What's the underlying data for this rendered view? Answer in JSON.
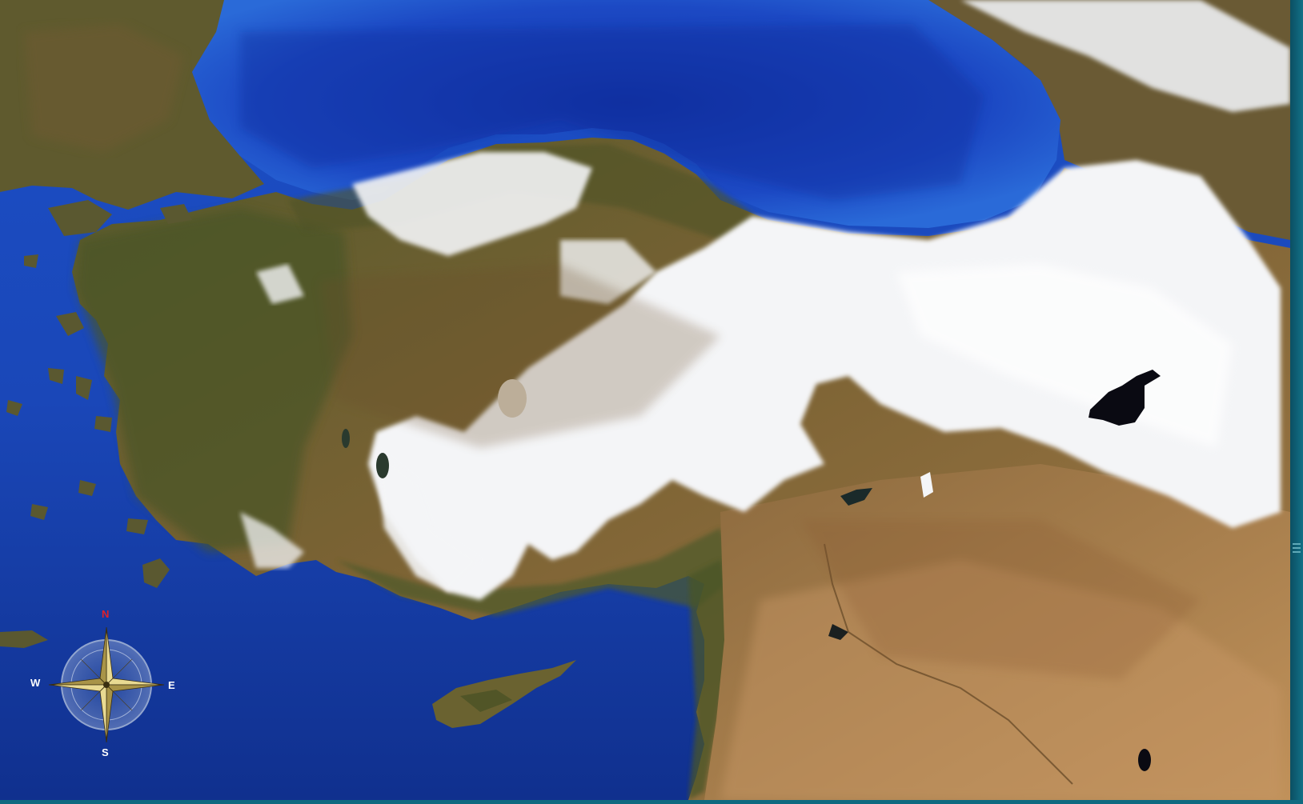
{
  "map": {
    "imagery": "satellite-view-turkey-region",
    "colors": {
      "sea_deep": "#0c2f8f",
      "sea_shallow": "#1f5fd0",
      "land_green": "#4d5a26",
      "land_brown": "#8a6a3c",
      "land_desert": "#b88a56",
      "snow": "#f2f3f5",
      "lake": "#0a0a12",
      "frame": "#0f6073"
    }
  },
  "compass": {
    "north": "N",
    "east": "E",
    "south": "S",
    "west": "W",
    "north_color": "#e0202a",
    "star_color": "#d9c77a",
    "ring_color": "#8ea3c0"
  }
}
